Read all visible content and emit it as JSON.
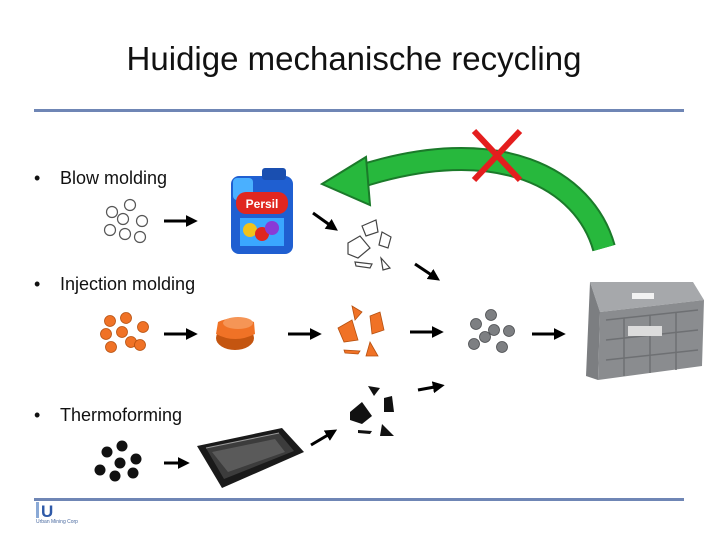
{
  "slide": {
    "title": "Huidige mechanische recycling"
  },
  "bullets": [
    {
      "marker": "•",
      "label": "Blow molding"
    },
    {
      "marker": "•",
      "label": "Injection molding"
    },
    {
      "marker": "•",
      "label": "Thermoforming"
    }
  ],
  "products": {
    "detergent_bottle": {
      "brand": "Persil",
      "colors": [
        "#1f5fd1",
        "#e0271f",
        "#f1c21b"
      ]
    },
    "orange_cap": {
      "color": "#f07226"
    },
    "food_tray": {
      "color": "#1a1a1a"
    },
    "crate": {
      "color": "#8a8c8f"
    }
  },
  "colors": {
    "recycle_arrow": "#27b83d",
    "forbidden_cross": "#e41e1e",
    "rule": "#6f86b5",
    "granule_blow": "#ffffff",
    "granule_injection": "#f07226",
    "granule_thermo": "#111111",
    "granule_recycled": "#7d7f82"
  },
  "footer": {
    "logo_mark": "U",
    "logo_caption": "Urban Mining Corp"
  }
}
